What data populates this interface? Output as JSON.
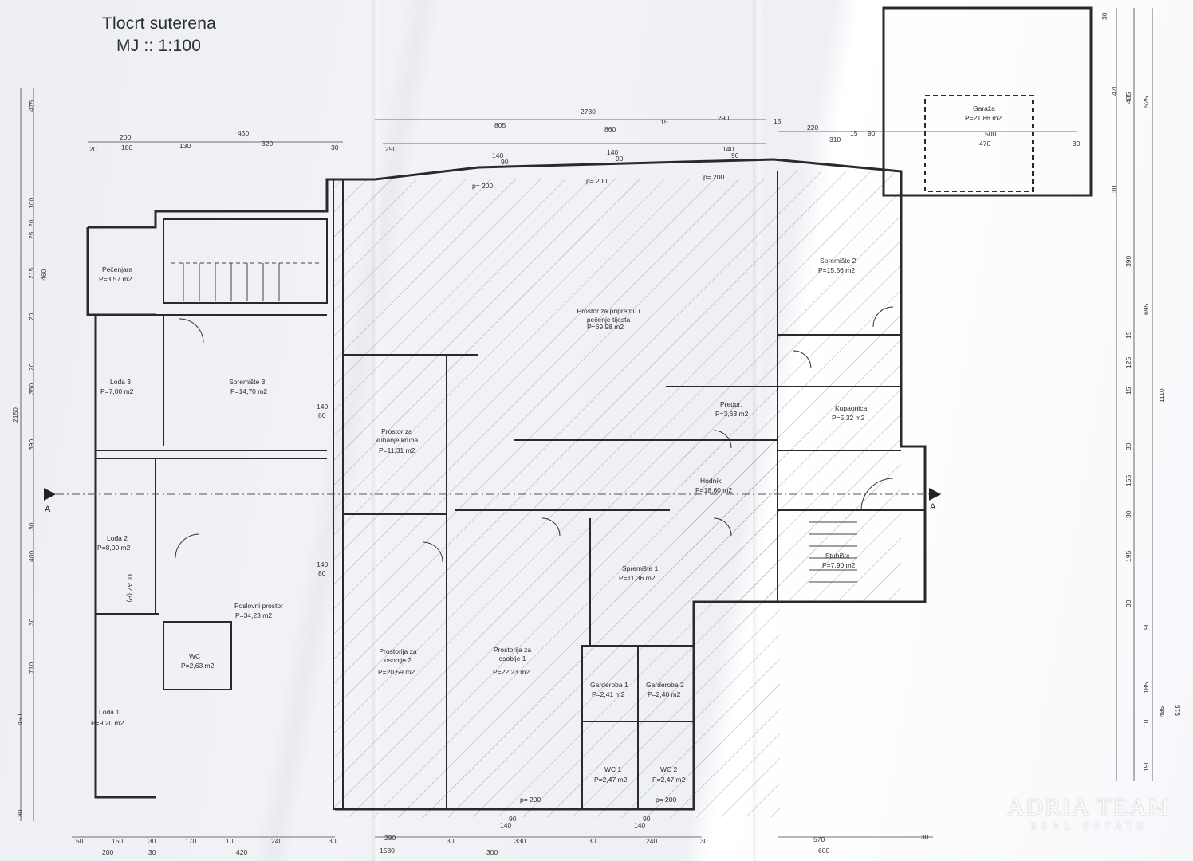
{
  "title": "Tlocrt suterena",
  "scale": "MJ :: 1:100",
  "section_mark": "A",
  "watermark": {
    "brand": "ADRIA TEAM",
    "tagline": "REAL ESTATE"
  },
  "rooms": [
    {
      "name": "Pečenjara",
      "area": "P=3,57 m2"
    },
    {
      "name": "Spremište 3",
      "area": "P=14,70 m2"
    },
    {
      "name": "Lođa 3",
      "area": "P=7,00 m2"
    },
    {
      "name": "Lođa 2",
      "area": "P=8,00 m2"
    },
    {
      "name": "Poslovni prostor",
      "area": "P=34,23 m2"
    },
    {
      "name": "WC",
      "area": "P=2,63 m2"
    },
    {
      "name": "Lođa 1",
      "area": "P=9,20 m2"
    },
    {
      "name": "Prostor za pripremu i pečenje tijesta",
      "area": "P=69,98 m2"
    },
    {
      "name": "Prostor za kuhanje kruha",
      "area": "P=11,31 m2"
    },
    {
      "name": "Prostorija za osoblje 2",
      "area": "P=20,59 m2"
    },
    {
      "name": "Prostorija za osoblje 1",
      "area": "P=22,23 m2"
    },
    {
      "name": "Hodnik",
      "area": "P=18,60 m2"
    },
    {
      "name": "Spremište 1",
      "area": "P=11,36 m2"
    },
    {
      "name": "Garderoba 1",
      "area": "P=2,41 m2"
    },
    {
      "name": "Garderoba 2",
      "area": "P=2,40 m2"
    },
    {
      "name": "WC 1",
      "area": "P=2,47 m2"
    },
    {
      "name": "WC 2",
      "area": "P=2,47 m2"
    },
    {
      "name": "Spremište 2",
      "area": "P=15,56 m2"
    },
    {
      "name": "Predpr.",
      "area": "P=3,63 m2"
    },
    {
      "name": "Kupaonica",
      "area": "P=5,32 m2"
    },
    {
      "name": "Stubište",
      "area": "P=7,90 m2"
    },
    {
      "name": "Garaža",
      "area": "P=21,86 m2"
    }
  ],
  "door_notes": [
    "p= 200",
    "p= 200",
    "p= 200",
    "p= 200",
    "p= 200",
    "ULAZ (P)"
  ],
  "dims_top": [
    "200",
    "450",
    "20",
    "180",
    "130",
    "320",
    "30",
    "290",
    "2730",
    "805",
    "860",
    "15",
    "290",
    "15",
    "220",
    "15",
    "90",
    "310",
    "500",
    "470",
    "30"
  ],
  "dims_bottom": [
    "50",
    "150",
    "30",
    "170",
    "10",
    "240",
    "30",
    "290",
    "30",
    "330",
    "30",
    "240",
    "30",
    "570",
    "30",
    "200",
    "30",
    "420",
    "1530",
    "300",
    "600"
  ],
  "dims_left": [
    "475",
    "100",
    "20",
    "25",
    "215",
    "460",
    "20",
    "350",
    "20",
    "2150",
    "390",
    "30",
    "400",
    "30",
    "710",
    "450",
    "30"
  ],
  "dims_right": [
    "30",
    "485",
    "470",
    "525",
    "30",
    "390",
    "695",
    "15",
    "125",
    "15",
    "30",
    "155",
    "30",
    "195",
    "30",
    "90",
    "185",
    "10",
    "485",
    "515",
    "190",
    "1110"
  ],
  "window_labels": [
    "140",
    "90",
    "140",
    "90",
    "140",
    "90",
    "140",
    "80",
    "140",
    "80",
    "140",
    "90",
    "140",
    "90"
  ]
}
